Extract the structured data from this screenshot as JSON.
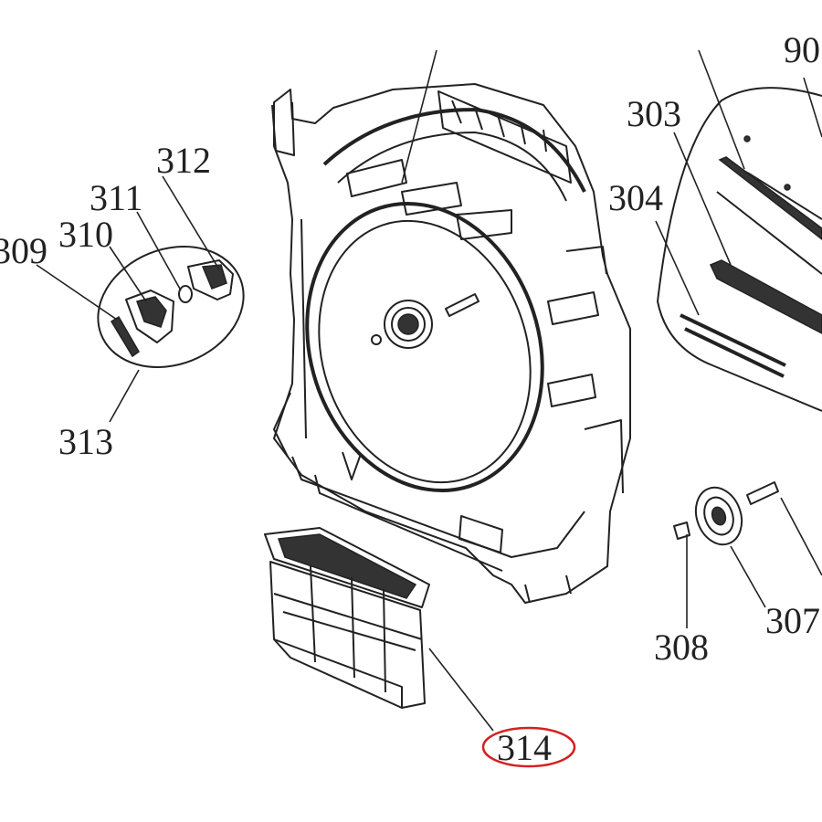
{
  "labels": {
    "l309": "309",
    "l310": "310",
    "l311": "311",
    "l312": "312",
    "l313": "313",
    "l314": "314",
    "l303": "303",
    "l304": "304",
    "l307": "307",
    "l308": "308",
    "l90x": "90"
  },
  "highlight": {
    "part": "314",
    "color": "#d62020"
  }
}
